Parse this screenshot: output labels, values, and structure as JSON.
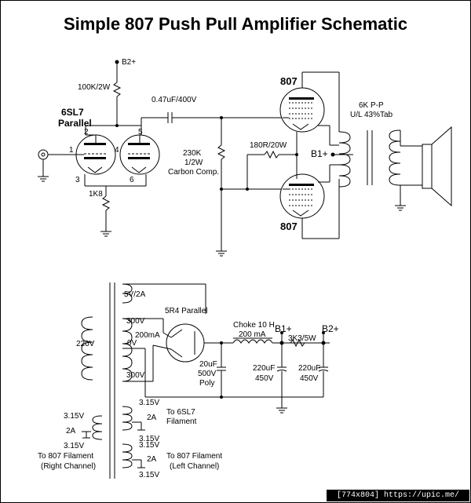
{
  "title": "Simple 807 Push Pull Amplifier Schematic",
  "labels": {
    "b2_top": "B2+",
    "r_plate": "100K/2W",
    "tube_6sl7": "6SL7",
    "tube_6sl7_sub": "Parallel",
    "pin1": "1",
    "pin2": "2",
    "pin3": "3",
    "pin4": "4",
    "pin5": "5",
    "pin6": "6",
    "r_cathode": "1K8",
    "cap_coupling": "0.47uF/400V",
    "r_grid": "230K",
    "r_grid_power": "1/2W",
    "r_grid_type": "Carbon Comp.",
    "r_grid_stop": "180R/20W",
    "b1_plus": "B1+",
    "tube_807_top": "807",
    "tube_807_bot": "807",
    "ot_label": "6K P-P",
    "ot_sub": "U/L 43%Tab",
    "pt_5v": "5V/2A",
    "pt_300v_a": "300V",
    "pt_200ma": "200mA",
    "pt_0v": "0V",
    "pt_300v_b": "300V",
    "pt_220v": "220V",
    "rect": "5R4 Parallel",
    "cap_20uf": "20uF",
    "cap_20uf_v": "500V",
    "cap_20uf_type": "Poly",
    "choke": "Choke 10 H",
    "choke_ma": "200 mA",
    "b1_psu": "B1+",
    "b2_psu": "B2+",
    "r_3k3": "3K3/5W",
    "cap_220_1": "220uF",
    "cap_220_1_v": "450V",
    "cap_220_2": "220uF",
    "cap_220_2_v": "450V",
    "fil_315_a": "3.15V",
    "fil_2a_a": "2A",
    "fil_315_b": "3.15V",
    "fil_6sl7": "To 6SL7",
    "fil_6sl7_sub": "Filament",
    "fil_315_c": "3.15V",
    "fil_2a_b": "2A",
    "fil_315_d": "3.15V",
    "fil_807_l": "To 807 Filament",
    "fil_807_l_sub": "(Left Channel)",
    "fil_315_e": "3.15V",
    "fil_2a_c": "2A",
    "fil_315_f": "3.15V",
    "fil_807_r": "To 807 Filament",
    "fil_807_r_sub": "(Right Channel)"
  },
  "footer": "[774x804] https://upic.me/"
}
